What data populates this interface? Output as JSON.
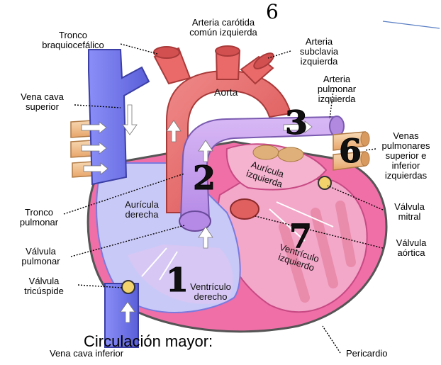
{
  "labels": {
    "tronco_braquiocefalico": "Tronco\nbraquiocefálico",
    "arteria_carotida": "Arteria carótida\ncomún izquierda",
    "arteria_subclavia": "Arteria\nsubclavia\nizquierda",
    "vena_cava_superior": "Vena cava\nsuperior",
    "aorta": "Aorta",
    "arteria_pulmonar": "Arteria\npulmonar\nizquierda",
    "venas_pulmonares": "Venas\npulmonares\nsuperior e\ninferior\nizquierdas",
    "auricula_izquierda": "Aurícula\nizquierda",
    "auricula_derecha": "Aurícula\nderecha",
    "tronco_pulmonar": "Tronco\npulmonar",
    "valvula_mitral": "Válvula\nmitral",
    "valvula_pulmonar": "Válvula\npulmonar",
    "valvula_aortica": "Válvula\naórtica",
    "ventriculo_izquierdo": "Ventrículo\nizquierdo",
    "valvula_tricuspide": "Válvula\ntricúspide",
    "ventriculo_derecho": "Ventrículo\nderecho",
    "vena_cava_inferior": "Vena cava inferior",
    "pericardio": "Pericardio"
  },
  "numbers": {
    "n1": "1",
    "n2": "2",
    "n3": "3",
    "n6_top": "6",
    "n6_right": "6",
    "n7": "7"
  },
  "overlay_text": "Circulación mayor:",
  "colors": {
    "vena_blue": "#7b7ff0",
    "aorta_red": "#ef6f6f",
    "pulmonary_purple": "#c9a4f0",
    "ventricle_pink": "#f4b6d8",
    "outer_pink": "#f06fa7",
    "pulm_vein_tan": "#f3c79a"
  }
}
